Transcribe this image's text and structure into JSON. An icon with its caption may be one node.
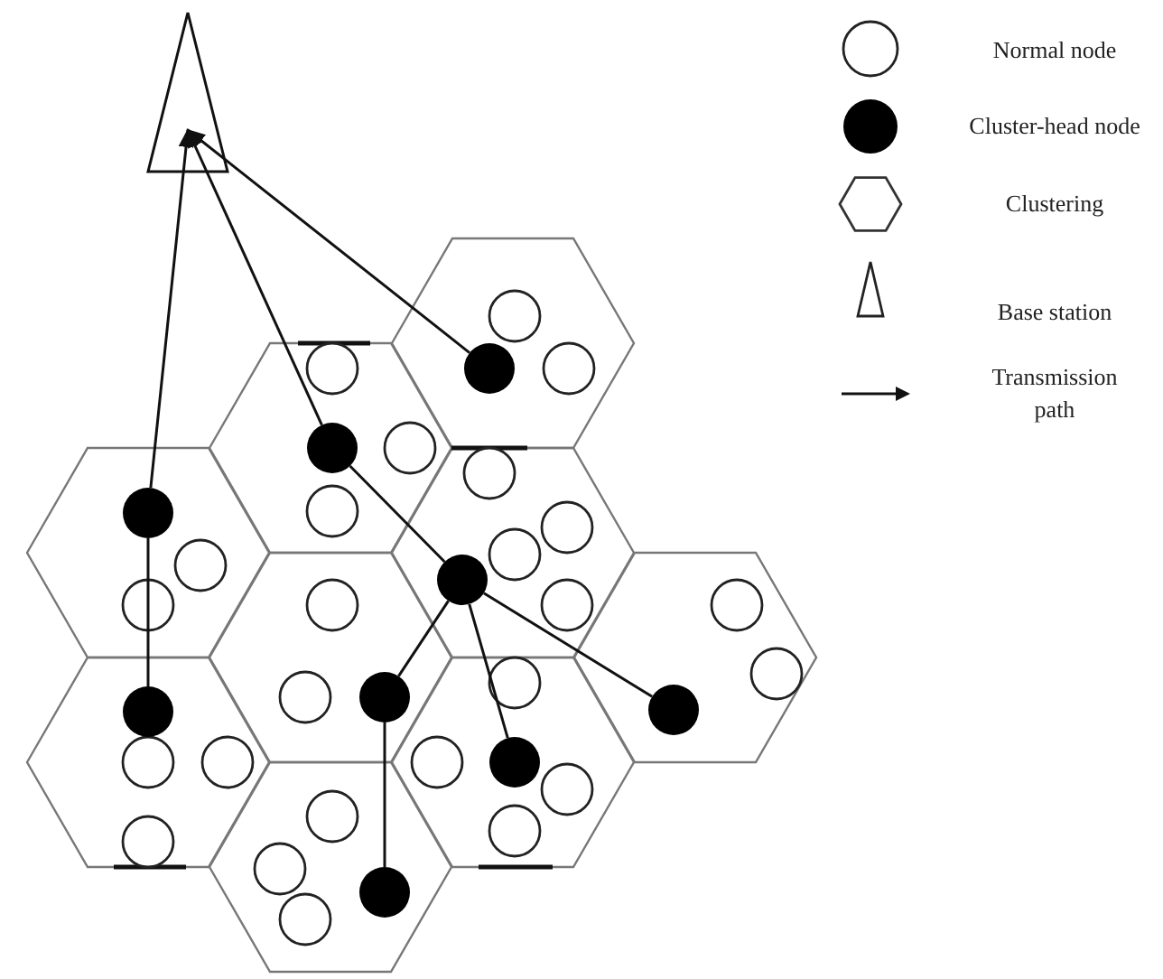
{
  "diagram": {
    "nodes": [
      {
        "text": [],
        "shape": "triangle"
      },
      {
        "text": [],
        "shape": "circle"
      },
      {
        "text": [],
        "shape": "circle"
      },
      {
        "text": [],
        "shape": "circle"
      },
      {
        "text": [],
        "shape": "circle"
      },
      {
        "text": [],
        "shape": "circle"
      },
      {
        "text": [],
        "shape": "circle"
      },
      {
        "text": [],
        "shape": "circle"
      },
      {
        "text": [],
        "shape": "circle"
      },
      {
        "text": [],
        "shape": "circle"
      }
    ],
    "edges": [
      {
        "from": 3,
        "to": 0,
        "arrow": "to"
      },
      {
        "from": 2,
        "to": 0,
        "arrow": "to"
      },
      {
        "from": 1,
        "to": 0,
        "arrow": "to"
      },
      {
        "from": 7,
        "to": 3,
        "arrow": "none"
      },
      {
        "from": 4,
        "to": 2,
        "arrow": "none"
      },
      {
        "from": 5,
        "to": 4,
        "arrow": "none"
      },
      {
        "from": 8,
        "to": 4,
        "arrow": "none"
      },
      {
        "from": 6,
        "to": 4,
        "arrow": "none"
      },
      {
        "from": 9,
        "to": 5,
        "arrow": "none"
      }
    ],
    "legend": [
      {
        "text": "Normal node"
      },
      {
        "text": "Cluster-head node"
      },
      {
        "text": "Clustering"
      },
      {
        "text": "Base station"
      },
      {
        "text": "Transmission path"
      }
    ]
  }
}
